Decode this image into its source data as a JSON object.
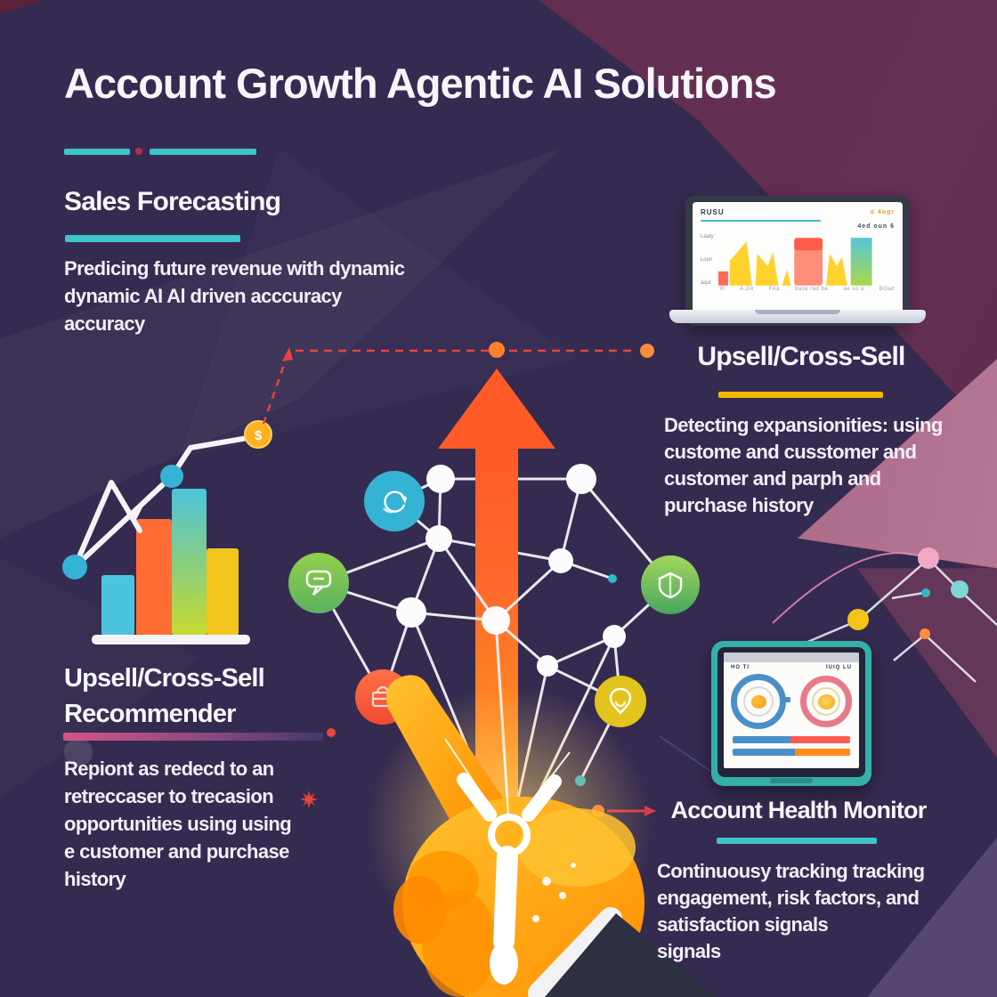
{
  "title": "Account Growth Agentic AI Solutions",
  "sections": {
    "sales_forecasting": {
      "heading": "Sales Forecasting",
      "body_lines": [
        "Predicing future revenue with dynamic",
        "dynamic AI Al driven acccuracy",
        "accuracy"
      ]
    },
    "upsell_cross_sell": {
      "heading": "Upsell/Cross-Sell",
      "body_lines": [
        "Detecting expansionities: using",
        "custome and  cusstomer and",
        "customer and parph and",
        "purchase history"
      ]
    },
    "upsell_recommender": {
      "heading_line1": "Upsell/Cross-Sell",
      "heading_line2": "Recommender",
      "body_lines": [
        "Repiont as redecd to an",
        "retreccaser to trecasion",
        "opportunities using using",
        "e customer and purchase",
        "history"
      ]
    },
    "account_health": {
      "heading": "Account Health Monitor",
      "body_lines": [
        "Continuousy tracking tracking",
        "engagement, risk factors, and",
        "satisfaction signals",
        "signals"
      ]
    }
  },
  "laptop": {
    "screen_title": "RUSU",
    "screen_link": "o 4ugr",
    "legend": "4ed oun 6",
    "y_labels": [
      "Laaty",
      "Loun",
      "aqut"
    ],
    "x_labels": [
      "R",
      "A.O4",
      "FAa",
      "base rad ba",
      "ae so a",
      "BOad"
    ]
  },
  "tablet": {
    "label_left": "HO TI",
    "label_right": "IUIQ LU"
  },
  "dollar_node": "$",
  "colors": {
    "teal_accent": "#3fc4cc",
    "yellow_accent": "#f5b700",
    "pink_accent": "#d4548a",
    "arrow_orange": "#ff6330",
    "dashed_red": "#e8453c",
    "background_indigo": "#352b50",
    "background_maroon": "#5e2d4f"
  }
}
